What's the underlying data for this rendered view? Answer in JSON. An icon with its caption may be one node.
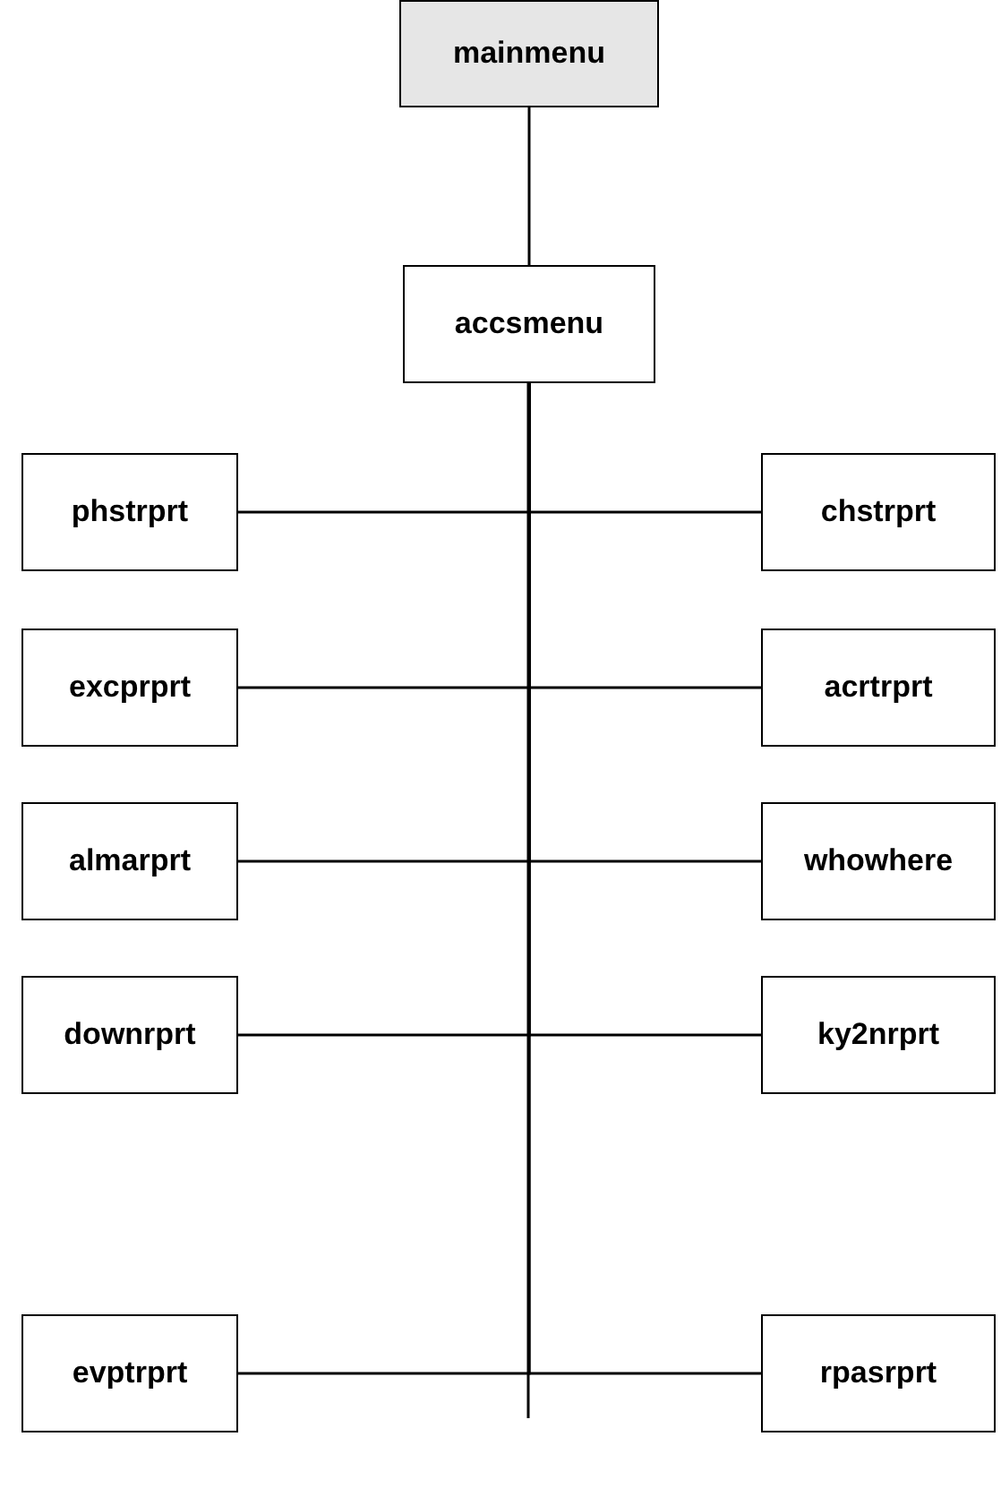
{
  "diagram": {
    "nodes": [
      {
        "text": [
          "mainmenu"
        ]
      },
      {
        "text": [
          "accsmenu"
        ]
      },
      {
        "text": [
          "phstrprt"
        ]
      },
      {
        "text": [
          "chstrprt"
        ]
      },
      {
        "text": [
          "excprprt"
        ]
      },
      {
        "text": [
          "acrtrprt"
        ]
      },
      {
        "text": [
          "almarprt"
        ]
      },
      {
        "text": [
          "whowhere"
        ]
      },
      {
        "text": [
          "downrprt"
        ]
      },
      {
        "text": [
          "ky2nrprt"
        ]
      },
      {
        "text": [
          "evptrprt"
        ]
      },
      {
        "text": [
          "rpasrprt"
        ]
      }
    ],
    "edges": [
      {
        "from": 0,
        "to": 1,
        "arrow": "none"
      },
      {
        "from": 1,
        "to": 2,
        "arrow": "none"
      },
      {
        "from": 1,
        "to": 3,
        "arrow": "none"
      },
      {
        "from": 1,
        "to": 4,
        "arrow": "none"
      },
      {
        "from": 1,
        "to": 5,
        "arrow": "none"
      },
      {
        "from": 1,
        "to": 6,
        "arrow": "none"
      },
      {
        "from": 1,
        "to": 7,
        "arrow": "none"
      },
      {
        "from": 1,
        "to": 8,
        "arrow": "none"
      },
      {
        "from": 1,
        "to": 9,
        "arrow": "none"
      },
      {
        "from": 1,
        "to": 10,
        "arrow": "none"
      },
      {
        "from": 1,
        "to": 11,
        "arrow": "none"
      }
    ]
  }
}
